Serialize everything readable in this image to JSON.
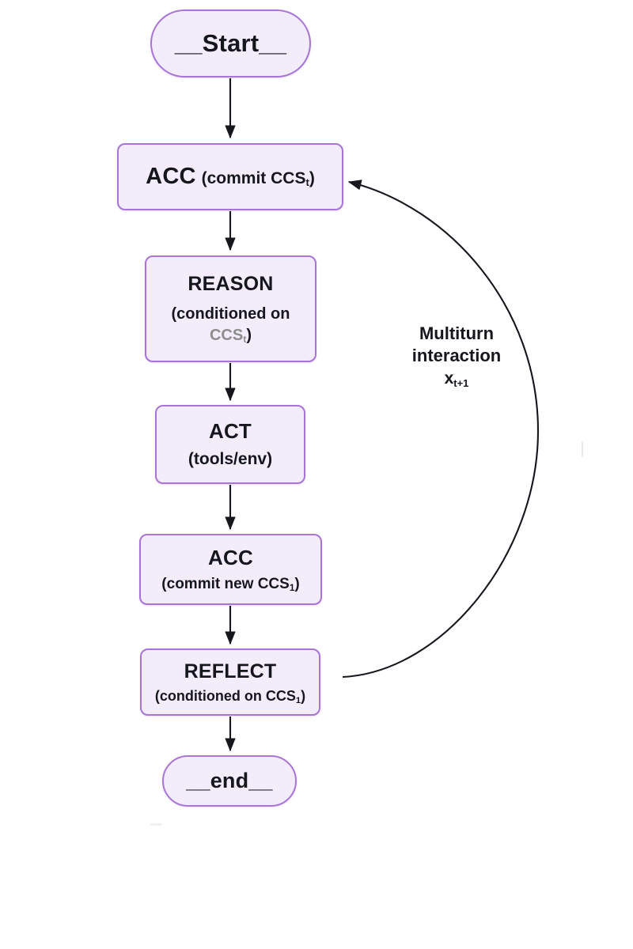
{
  "diagram": {
    "type": "flowchart",
    "orientation": "top-to-bottom",
    "background_color": "#ffffff",
    "node_fill_color": "#f3edfb",
    "node_border_color": "#a875d6",
    "edge_color": "#16161d",
    "muted_text_color": "#8d8d8d"
  },
  "nodes": {
    "start": {
      "id": "start",
      "shape": "pill",
      "label": "__Start__"
    },
    "acc1": {
      "id": "acc1",
      "shape": "rect",
      "title": "ACC",
      "detail_prefix": "(commit CCS",
      "detail_subscript": "t",
      "detail_suffix": ")"
    },
    "reason": {
      "id": "reason",
      "shape": "rect",
      "title": "REASON",
      "line2": "(conditioned on",
      "line3_muted": "CCS",
      "line3_subscript": "t",
      "line3_suffix": ")"
    },
    "act": {
      "id": "act",
      "shape": "rect",
      "title": "ACT",
      "detail": "(tools/env)"
    },
    "acc2": {
      "id": "acc2",
      "shape": "rect",
      "title": "ACC",
      "detail_prefix": "(commit new CCS",
      "detail_subscript": "1",
      "detail_suffix": ")"
    },
    "reflect": {
      "id": "reflect",
      "shape": "rect",
      "title": "REFLECT",
      "detail_prefix": "(conditioned on CCS",
      "detail_subscript": "1",
      "detail_suffix": ")"
    },
    "end": {
      "id": "end",
      "shape": "pill",
      "label": "__end__"
    }
  },
  "edges": [
    {
      "from": "start",
      "to": "acc1",
      "label": ""
    },
    {
      "from": "acc1",
      "to": "reason",
      "label": ""
    },
    {
      "from": "reason",
      "to": "act",
      "label": ""
    },
    {
      "from": "act",
      "to": "acc2",
      "label": ""
    },
    {
      "from": "acc2",
      "to": "reflect",
      "label": ""
    },
    {
      "from": "reflect",
      "to": "end",
      "label": ""
    },
    {
      "from": "reflect",
      "to": "acc1",
      "label": "Multiturn interaction",
      "style": "curved-feedback"
    }
  ],
  "loop_label": {
    "line1": "Multiturn",
    "line2": "interaction",
    "variable_base": "x",
    "variable_subscript": "t+1"
  }
}
